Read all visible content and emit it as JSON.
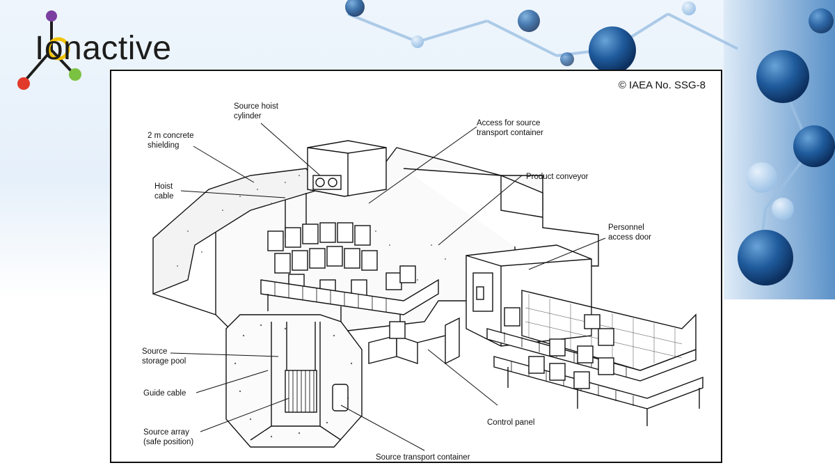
{
  "brand": {
    "logo_text": "Ionactive",
    "logo_dot_colors": [
      "#7b3fa0",
      "#e23a2a",
      "#7cc242"
    ]
  },
  "figure": {
    "copyright": "© IAEA No. SSG-8",
    "labels": {
      "source_hoist_cylinder": "Source hoist\ncylinder",
      "concrete_shielding": "2 m concrete\nshielding",
      "hoist_cable": "Hoist\ncable",
      "access_transport_container": "Access for source\ntransport container",
      "product_conveyor": "Product conveyor",
      "personnel_access_door": "Personnel\naccess door",
      "source_storage_pool": "Source\nstorage pool",
      "guide_cable": "Guide cable",
      "source_array": "Source array\n(safe position)",
      "control_panel": "Control panel",
      "source_transport_container": "Source transport container"
    }
  }
}
